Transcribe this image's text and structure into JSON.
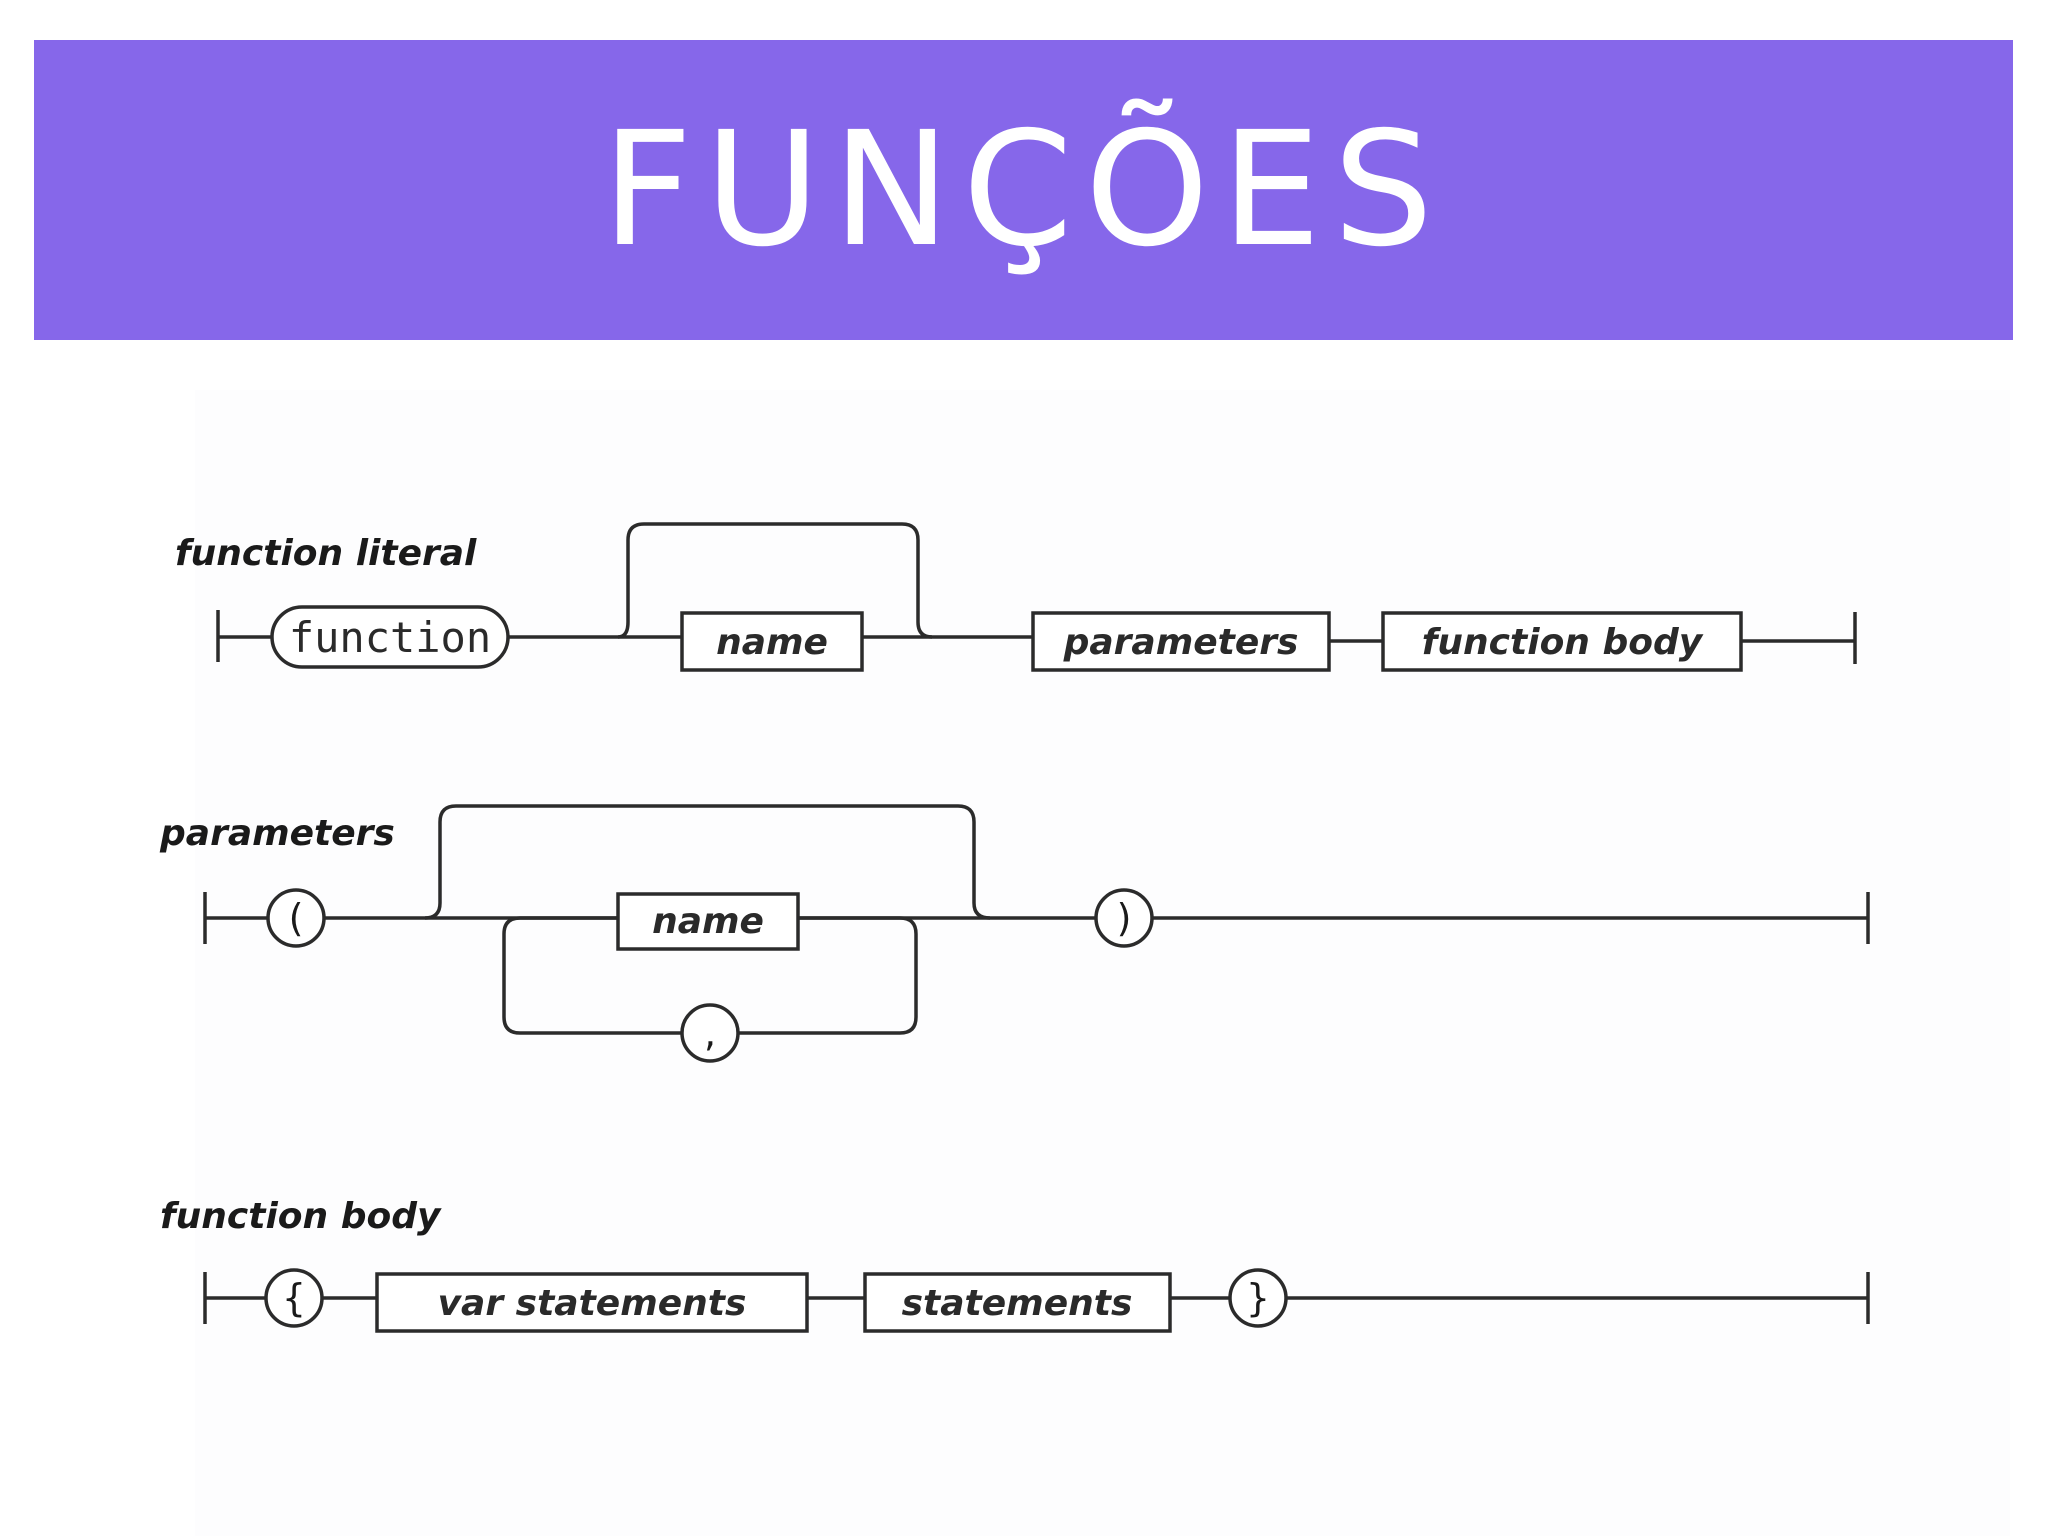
{
  "title": "FUNÇÕES",
  "colors": {
    "title_bar": "#8667ea",
    "title_text": "#ffffff",
    "line": "#2b2b2b"
  },
  "function_literal": {
    "label": "function literal",
    "keyword": "function",
    "name": "name",
    "parameters": "parameters",
    "function_body": "function body"
  },
  "parameters": {
    "label": "parameters",
    "open": "(",
    "name": "name",
    "separator": ",",
    "close": ")"
  },
  "function_body": {
    "label": "function body",
    "open": "{",
    "var_statements": "var statements",
    "statements": "statements",
    "close": "}"
  }
}
